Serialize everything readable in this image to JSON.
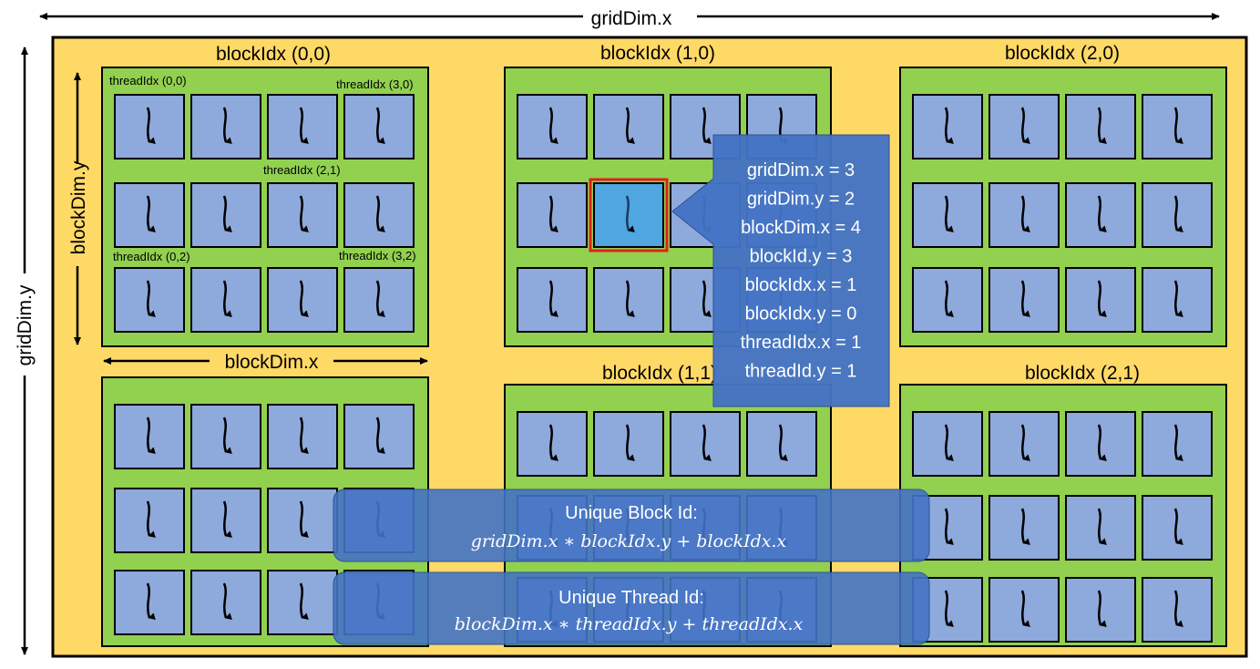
{
  "colors": {
    "grid_bg": "#FFD966",
    "block_bg": "#92D050",
    "thread_bg": "#8EA9DB",
    "thread_highlight": "#4FA6E0",
    "highlight_border": "#E0201B",
    "callout_bg": "#4472C4",
    "formula_bg": "#4472C4"
  },
  "labels": {
    "grid_dim_x": "gridDim.x",
    "grid_dim_y": "gridDim.y",
    "block_dim_x": "blockDim.x",
    "block_dim_y": "blockDim.y"
  },
  "blocks": [
    {
      "label": "blockIdx (0,0)"
    },
    {
      "label": "blockIdx (1,0)"
    },
    {
      "label": "blockIdx (2,0)"
    },
    {
      "label": ""
    },
    {
      "label": "blockIdx (1,1)"
    },
    {
      "label": "blockIdx (2,1)"
    }
  ],
  "thread_labels": {
    "t00": "threadIdx (0,0)",
    "t30": "threadIdx (3,0)",
    "t21": "threadIdx (2,1)",
    "t02": "threadIdx (0,2)",
    "t32": "threadIdx (3,2)"
  },
  "callout": {
    "lines": [
      "gridDim.x = 3",
      "gridDim.y = 2",
      "blockDim.x = 4",
      "blockId.y = 3",
      "blockIdx.x = 1",
      "blockIdx.y = 0",
      "threadIdx.x = 1",
      "threadId.y = 1"
    ]
  },
  "formulas": {
    "block_title": "Unique Block Id:",
    "block_expr": "gridDim.x ∗ blockIdx.y + blockIdx.x",
    "thread_title": "Unique Thread Id:",
    "thread_expr": "blockDim.x ∗ threadIdx.y +  threadIdx.x"
  }
}
